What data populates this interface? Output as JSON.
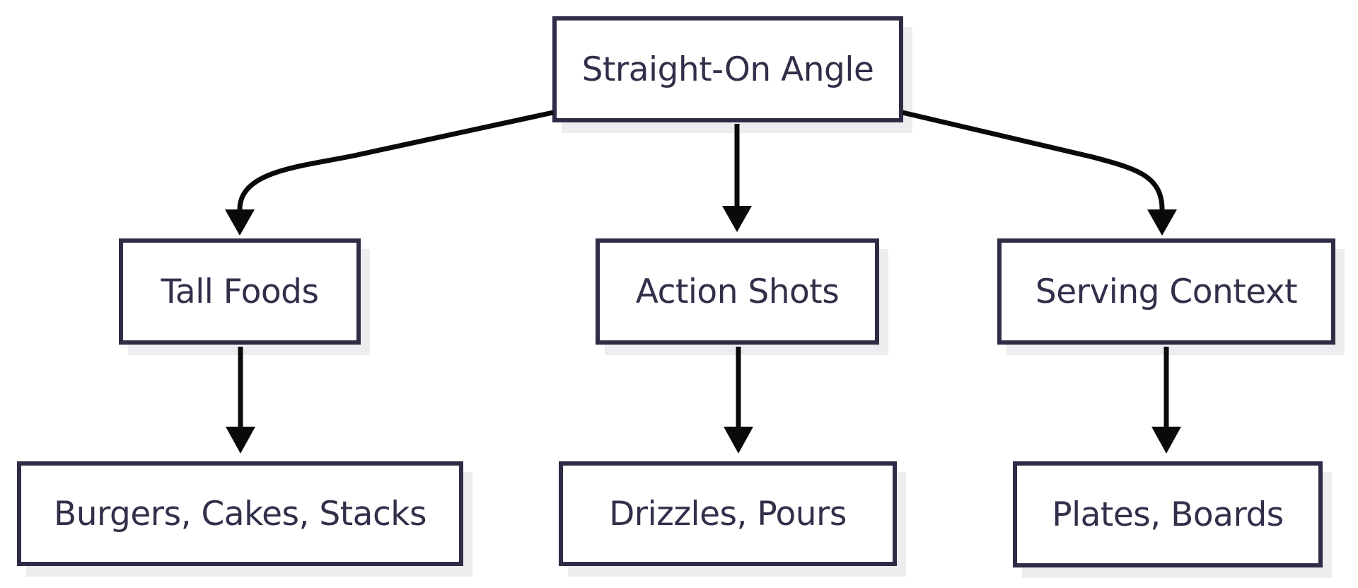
{
  "diagram": {
    "type": "flowchart",
    "direction": "top-down",
    "nodes": {
      "root": {
        "label": "Straight-On Angle"
      },
      "tall_foods": {
        "label": "Tall Foods"
      },
      "action_shots": {
        "label": "Action Shots"
      },
      "serving_context": {
        "label": "Serving Context"
      },
      "burgers": {
        "label": "Burgers, Cakes, Stacks"
      },
      "drizzles": {
        "label": "Drizzles, Pours"
      },
      "plates": {
        "label": "Plates, Boards"
      }
    },
    "edges": [
      {
        "from": "Straight-On Angle",
        "to": "Tall Foods"
      },
      {
        "from": "Straight-On Angle",
        "to": "Action Shots"
      },
      {
        "from": "Straight-On Angle",
        "to": "Serving Context"
      },
      {
        "from": "Tall Foods",
        "to": "Burgers, Cakes, Stacks"
      },
      {
        "from": "Action Shots",
        "to": "Drizzles, Pours"
      },
      {
        "from": "Serving Context",
        "to": "Plates, Boards"
      }
    ],
    "colors": {
      "background": "#ffffff",
      "node_fill": "#ffffff",
      "node_border": "#2e2d45",
      "node_text": "#31304a",
      "arrow": "#0a0a0a",
      "shadow": "#ededf0"
    }
  }
}
